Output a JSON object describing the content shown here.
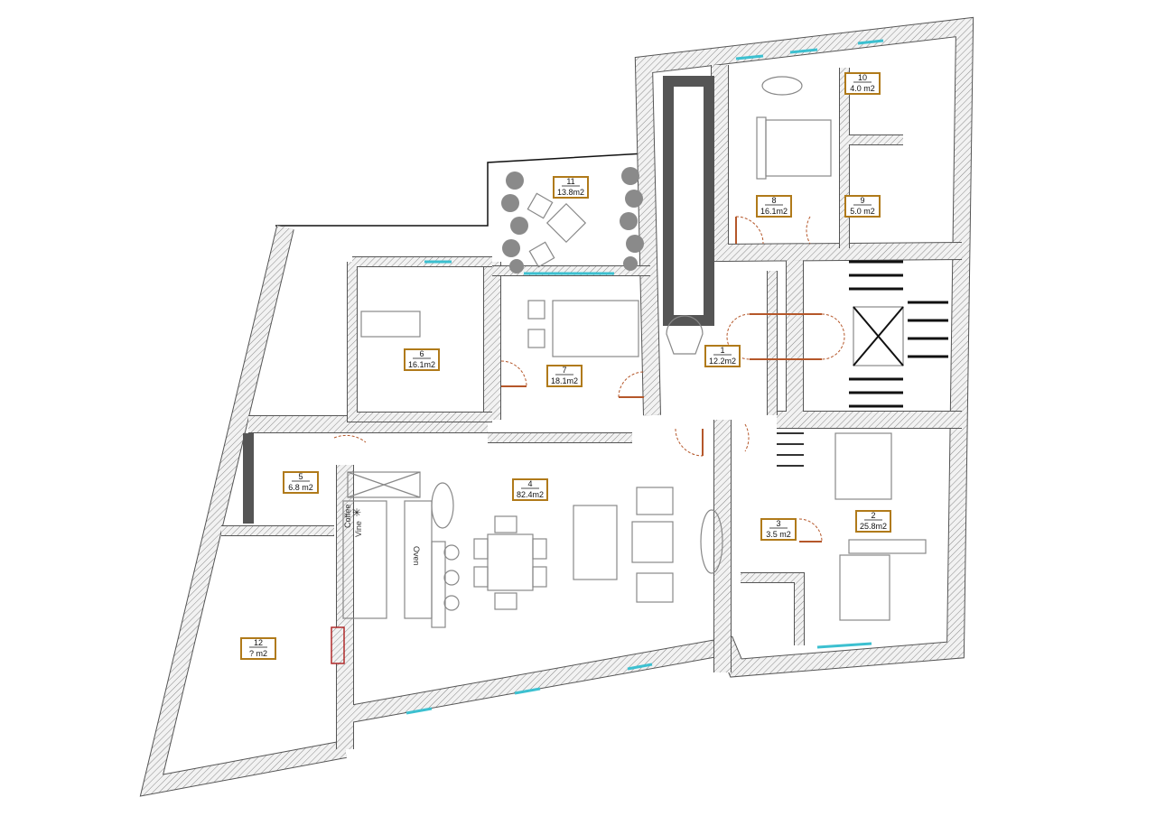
{
  "plan": {
    "rooms": [
      {
        "number": "1",
        "area": "12.2m2"
      },
      {
        "number": "2",
        "area": "25.8m2"
      },
      {
        "number": "3",
        "area": "3.5 m2"
      },
      {
        "number": "4",
        "area": "82.4m2"
      },
      {
        "number": "5",
        "area": "6.8 m2"
      },
      {
        "number": "6",
        "area": "16.1m2"
      },
      {
        "number": "7",
        "area": "18.1m2"
      },
      {
        "number": "8",
        "area": "16.1m2"
      },
      {
        "number": "9",
        "area": "5.0 m2"
      },
      {
        "number": "10",
        "area": "4.0 m2"
      },
      {
        "number": "11",
        "area": "13.8m2"
      },
      {
        "number": "12",
        "area": "? m2"
      }
    ],
    "kitchen_labels": {
      "coffee": "Coffee",
      "vine": "Vine",
      "oven": "Oven"
    },
    "colors": {
      "wall": "#555555",
      "label_border": "#b07a1a",
      "door": "#b5572a",
      "window": "#3cc0d0"
    }
  }
}
